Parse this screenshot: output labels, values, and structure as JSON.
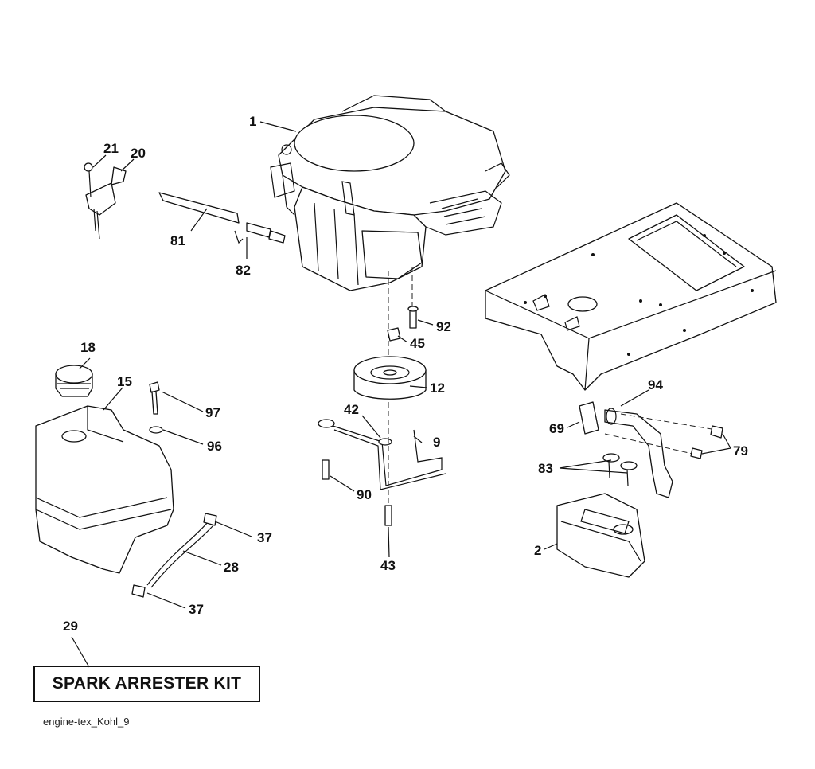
{
  "diagram": {
    "callouts": {
      "c1": "1",
      "c2": "2",
      "c9": "9",
      "c12": "12",
      "c15": "15",
      "c18": "18",
      "c20": "20",
      "c21": "21",
      "c28": "28",
      "c29": "29",
      "c37a": "37",
      "c37b": "37",
      "c42": "42",
      "c43": "43",
      "c45": "45",
      "c69": "69",
      "c79": "79",
      "c81": "81",
      "c82": "82",
      "c83": "83",
      "c90": "90",
      "c92": "92",
      "c94": "94",
      "c96": "96",
      "c97": "97"
    },
    "kit_label": "SPARK ARRESTER KIT",
    "footer": "engine-tex_Kohl_9"
  }
}
